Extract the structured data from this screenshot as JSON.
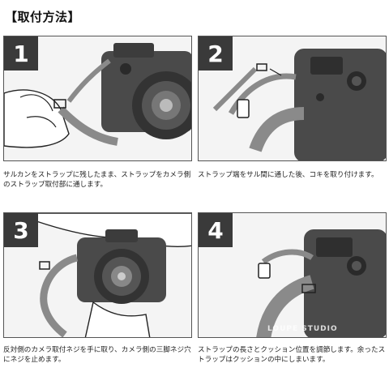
{
  "header": {
    "title": "【取付方法】"
  },
  "steps": [
    {
      "number": "1",
      "caption": "サルカンをストラップに残したまま、ストラップをカメラ側のストラップ取付部に通します。"
    },
    {
      "number": "2",
      "caption": "ストラップ端をサル間に通した後、コキを取り付けます。"
    },
    {
      "number": "3",
      "caption": "反対側のカメラ取付ネジを手に取り、カメラ側の三脚ネジ穴にネジを止めます。"
    },
    {
      "number": "4",
      "caption": "ストラップの長さとクッション位置を調節します。余ったストラップはクッションの中にしまいます。"
    }
  ],
  "watermark": "LOUPE STUDIO",
  "colors": {
    "badge": "#3a3a3a",
    "panel_bg": "#f4f4f4",
    "camera": "#4a4a4a",
    "strap": "#8a8a8a"
  }
}
